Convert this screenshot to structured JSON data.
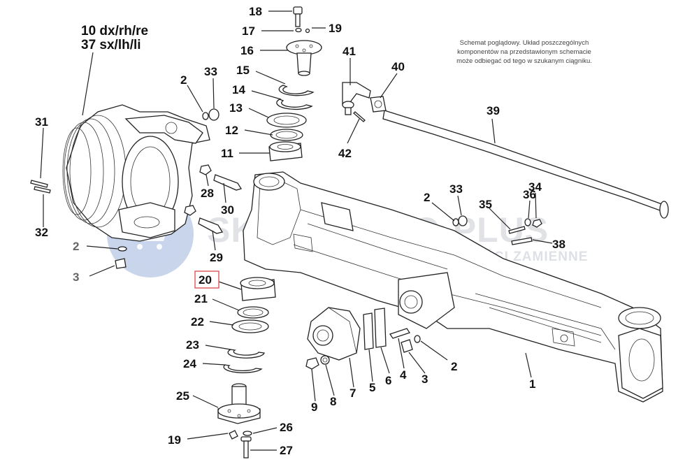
{
  "note": {
    "lines": [
      "Schemat poglądowy. Układ poszczególnych",
      "komponentów na przedstawionym schemacie",
      "może odbiegać od tego w szukanym ciągniku."
    ]
  },
  "watermark": {
    "brand": "SKLEP.AGRO-PLUS",
    "tagline": "ORYGINALNE CZĘŚCI ZAMIENNE"
  },
  "header_label": {
    "line1": "10 dx/rh/re",
    "line2": "37 sx/lh/li"
  },
  "highlight_color": "#e06060",
  "callouts": [
    {
      "id": "c18",
      "text": "18"
    },
    {
      "id": "c17",
      "text": "17"
    },
    {
      "id": "c19a",
      "text": "19"
    },
    {
      "id": "c16",
      "text": "16"
    },
    {
      "id": "c15",
      "text": "15"
    },
    {
      "id": "c14",
      "text": "14"
    },
    {
      "id": "c13",
      "text": "13"
    },
    {
      "id": "c12",
      "text": "12"
    },
    {
      "id": "c11",
      "text": "11"
    },
    {
      "id": "c41",
      "text": "41"
    },
    {
      "id": "c40",
      "text": "40"
    },
    {
      "id": "c39",
      "text": "39"
    },
    {
      "id": "c42",
      "text": "42"
    },
    {
      "id": "c2a",
      "text": "2"
    },
    {
      "id": "c33a",
      "text": "33"
    },
    {
      "id": "c31",
      "text": "31"
    },
    {
      "id": "c32",
      "text": "32"
    },
    {
      "id": "c28",
      "text": "28"
    },
    {
      "id": "c30",
      "text": "30"
    },
    {
      "id": "c29",
      "text": "29"
    },
    {
      "id": "c2b",
      "text": "2"
    },
    {
      "id": "c3a",
      "text": "3"
    },
    {
      "id": "c20",
      "text": "20"
    },
    {
      "id": "c21",
      "text": "21"
    },
    {
      "id": "c22",
      "text": "22"
    },
    {
      "id": "c23",
      "text": "23"
    },
    {
      "id": "c24",
      "text": "24"
    },
    {
      "id": "c25",
      "text": "25"
    },
    {
      "id": "c19b",
      "text": "19"
    },
    {
      "id": "c26",
      "text": "26"
    },
    {
      "id": "c27",
      "text": "27"
    },
    {
      "id": "c2c",
      "text": "2"
    },
    {
      "id": "c33b",
      "text": "33"
    },
    {
      "id": "c35",
      "text": "35"
    },
    {
      "id": "c36",
      "text": "36"
    },
    {
      "id": "c34",
      "text": "34"
    },
    {
      "id": "c38",
      "text": "38"
    },
    {
      "id": "c9",
      "text": "9"
    },
    {
      "id": "c8",
      "text": "8"
    },
    {
      "id": "c7",
      "text": "7"
    },
    {
      "id": "c5",
      "text": "5"
    },
    {
      "id": "c6",
      "text": "6"
    },
    {
      "id": "c4",
      "text": "4"
    },
    {
      "id": "c3b",
      "text": "3"
    },
    {
      "id": "c2d",
      "text": "2"
    },
    {
      "id": "c1",
      "text": "1"
    }
  ]
}
